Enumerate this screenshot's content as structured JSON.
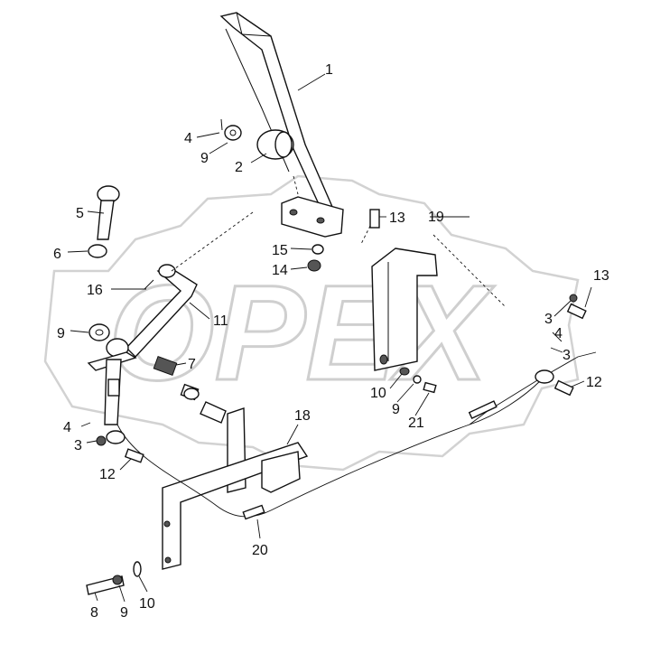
{
  "watermark": {
    "text": "OPEX"
  },
  "callouts": [
    {
      "id": "c1",
      "label": "1"
    },
    {
      "id": "c2",
      "label": "2"
    },
    {
      "id": "c3a",
      "label": "3"
    },
    {
      "id": "c3b",
      "label": "3"
    },
    {
      "id": "c3c",
      "label": "3"
    },
    {
      "id": "c4a",
      "label": "4"
    },
    {
      "id": "c4b",
      "label": "4"
    },
    {
      "id": "c4c",
      "label": "4"
    },
    {
      "id": "c5",
      "label": "5"
    },
    {
      "id": "c6",
      "label": "6"
    },
    {
      "id": "c7",
      "label": "7"
    },
    {
      "id": "c8",
      "label": "8"
    },
    {
      "id": "c9a",
      "label": "9"
    },
    {
      "id": "c9b",
      "label": "9"
    },
    {
      "id": "c9c",
      "label": "9"
    },
    {
      "id": "c9d",
      "label": "9"
    },
    {
      "id": "c10a",
      "label": "10"
    },
    {
      "id": "c10b",
      "label": "10"
    },
    {
      "id": "c11",
      "label": "11"
    },
    {
      "id": "c12a",
      "label": "12"
    },
    {
      "id": "c12b",
      "label": "12"
    },
    {
      "id": "c13a",
      "label": "13"
    },
    {
      "id": "c13b",
      "label": "13"
    },
    {
      "id": "c14",
      "label": "14"
    },
    {
      "id": "c15",
      "label": "15"
    },
    {
      "id": "c16",
      "label": "16"
    },
    {
      "id": "c18",
      "label": "18"
    },
    {
      "id": "c19",
      "label": "19"
    },
    {
      "id": "c20",
      "label": "20"
    },
    {
      "id": "c21",
      "label": "21"
    }
  ]
}
